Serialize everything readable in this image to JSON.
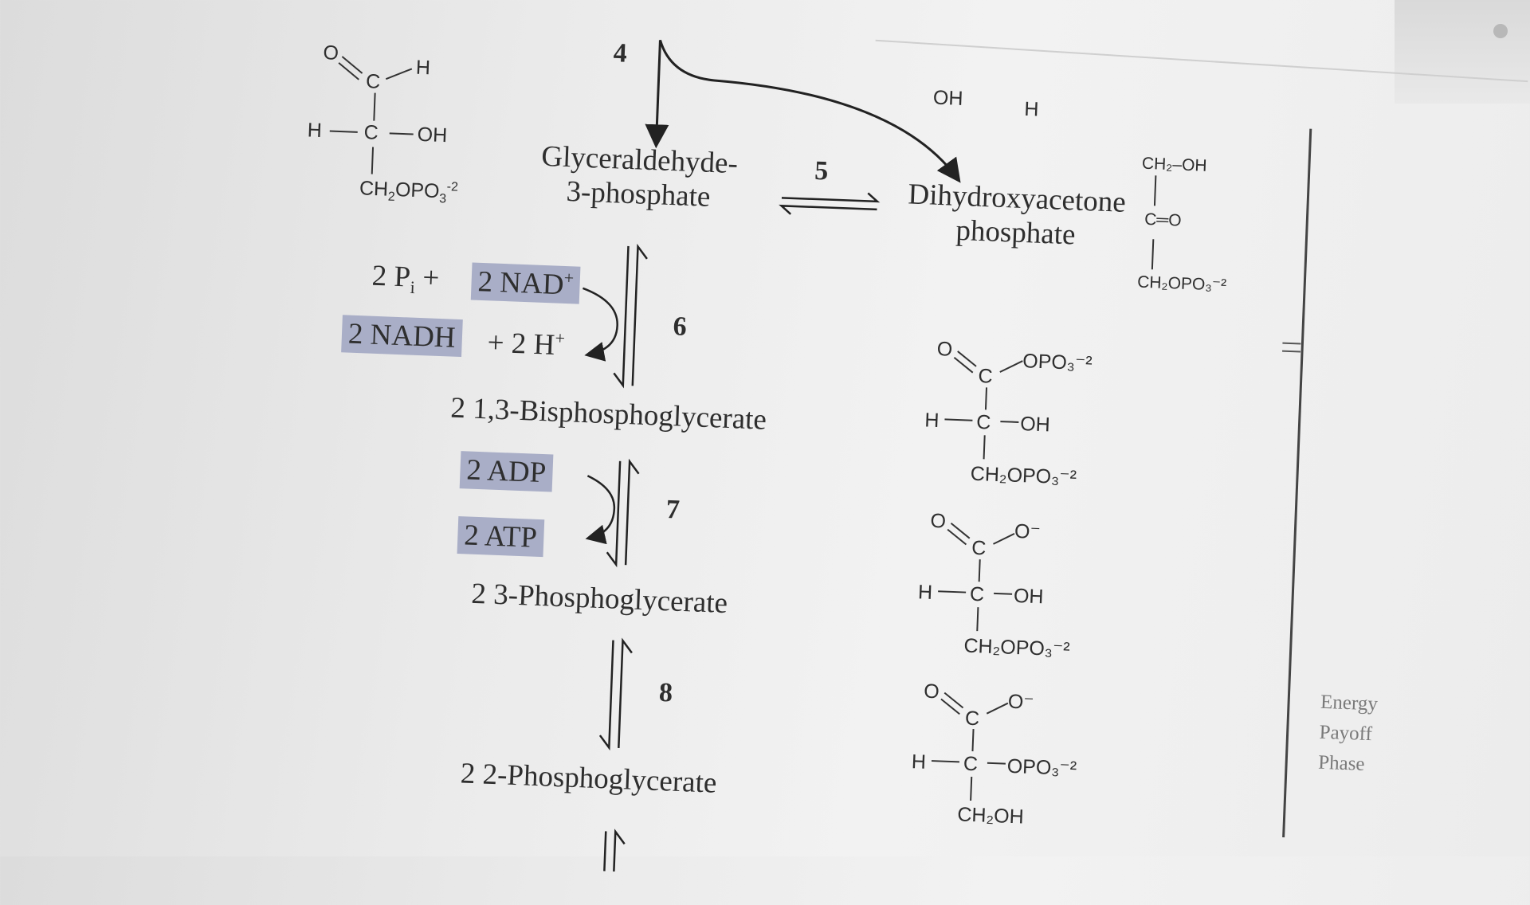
{
  "steps": {
    "s4": "4",
    "s5": "5",
    "s6": "6",
    "s7": "7",
    "s8": "8"
  },
  "compounds": {
    "gap_line1": "Glyceraldehyde-",
    "gap_line2": "3-phosphate",
    "dhap_line1": "Dihydroxyacetone",
    "dhap_line2": "phosphate",
    "bpg": "2  1,3-Bisphosphoglycerate",
    "pg3": "2  3-Phosphoglycerate",
    "pg2": "2  2-Phosphoglycerate"
  },
  "cofactors": {
    "pi": "2 P",
    "pi_sub": "i",
    "plus": "+",
    "nad": "2 NAD",
    "nad_sup": "+",
    "nadh": "2 NADH",
    "h": "+ 2 H",
    "h_sup": "+",
    "adp": "2 ADP",
    "atp": "2 ATP"
  },
  "structures": {
    "gap": {
      "o": "O",
      "c_top": "C",
      "h_top": "H",
      "h_left": "H",
      "c_mid": "C",
      "oh": "OH",
      "ch2": "CH",
      "ch2_sub": "2",
      "opo": "OPO",
      "opo_sub": "3",
      "opo_sup": "-2"
    },
    "dhap": {
      "ch2_oh": "CH₂–OH",
      "co": "C═O",
      "ch2_opo": "CH₂OPO₃⁻²"
    },
    "top_oh": "OH",
    "top_h": "H",
    "bpg": {
      "o": "O",
      "c": "C",
      "opo_top": "OPO₃⁻²",
      "h": "H",
      "c_mid": "C",
      "oh": "OH",
      "ch2": "CH₂OPO₃⁻²"
    },
    "pg3": {
      "o": "O",
      "c": "C",
      "o_minus": "O⁻",
      "h": "H",
      "c_mid": "C",
      "oh": "OH",
      "ch2": "CH₂OPO₃⁻²"
    },
    "pg2": {
      "o": "O",
      "c": "C",
      "o_minus": "O⁻",
      "h": "H",
      "c_mid": "C",
      "opo": "OPO₃⁻²",
      "ch2": "CH₂OH"
    }
  },
  "phase": {
    "l1": "Energy",
    "l2": "Payoff",
    "l3": "Phase"
  }
}
